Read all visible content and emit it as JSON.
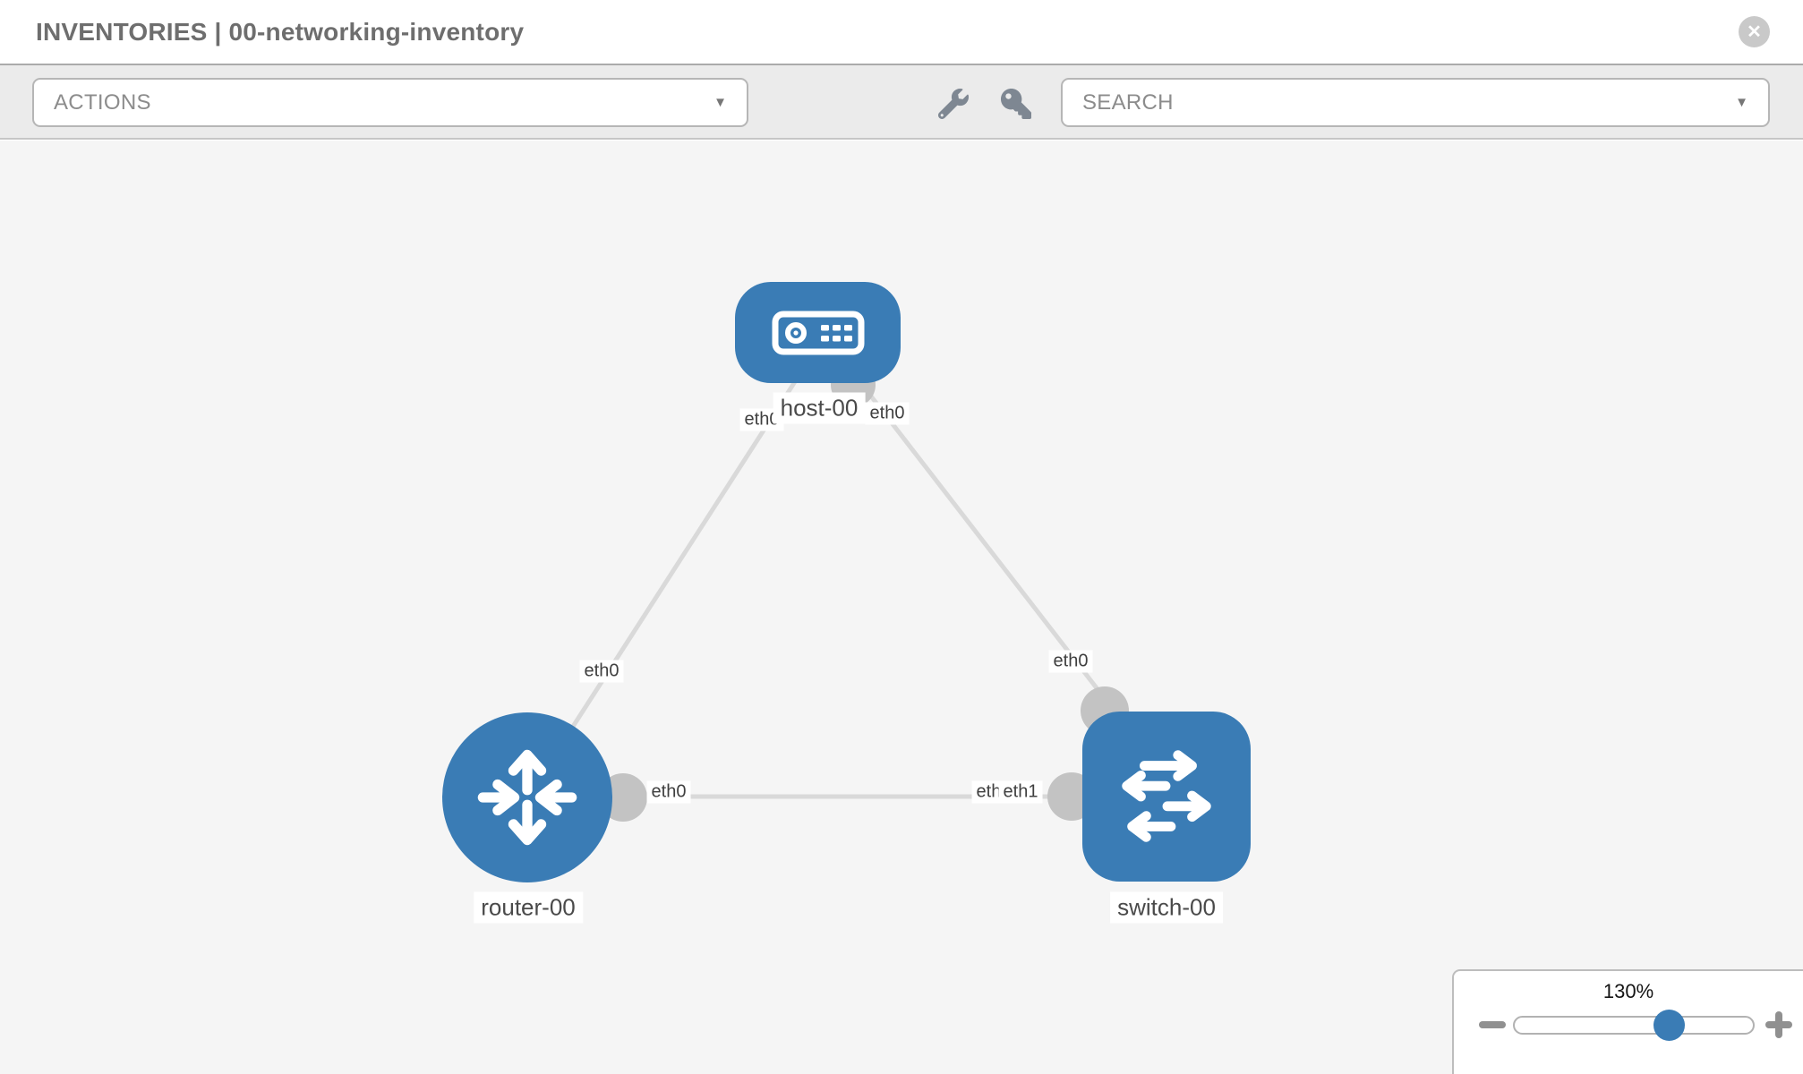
{
  "header": {
    "title": "INVENTORIES | 00-networking-inventory",
    "close_icon": "✕"
  },
  "toolbar": {
    "actions_label": "ACTIONS",
    "search_label": "SEARCH",
    "caret_icon": "▼"
  },
  "topology": {
    "nodes": [
      {
        "label": "host-00",
        "type": "host"
      },
      {
        "label": "router-00",
        "type": "router"
      },
      {
        "label": "switch-00",
        "type": "switch"
      }
    ],
    "links": [
      {
        "from": "host-00",
        "to": "router-00"
      },
      {
        "from": "host-00",
        "to": "switch-00"
      },
      {
        "from": "router-00",
        "to": "switch-00"
      }
    ],
    "iface_labels": [
      "eth0",
      "eth0",
      "eth0",
      "eth0",
      "eth0",
      "eth0",
      "eth1"
    ]
  },
  "zoom_control": {
    "level": "130%"
  },
  "colors": {
    "node_blue": "#3a7cb5",
    "link_gray": "#d9d9d9",
    "port_gray": "#c3c3c3",
    "canvas_bg": "#f5f5f5",
    "toolbar_bg": "#ebebeb"
  }
}
